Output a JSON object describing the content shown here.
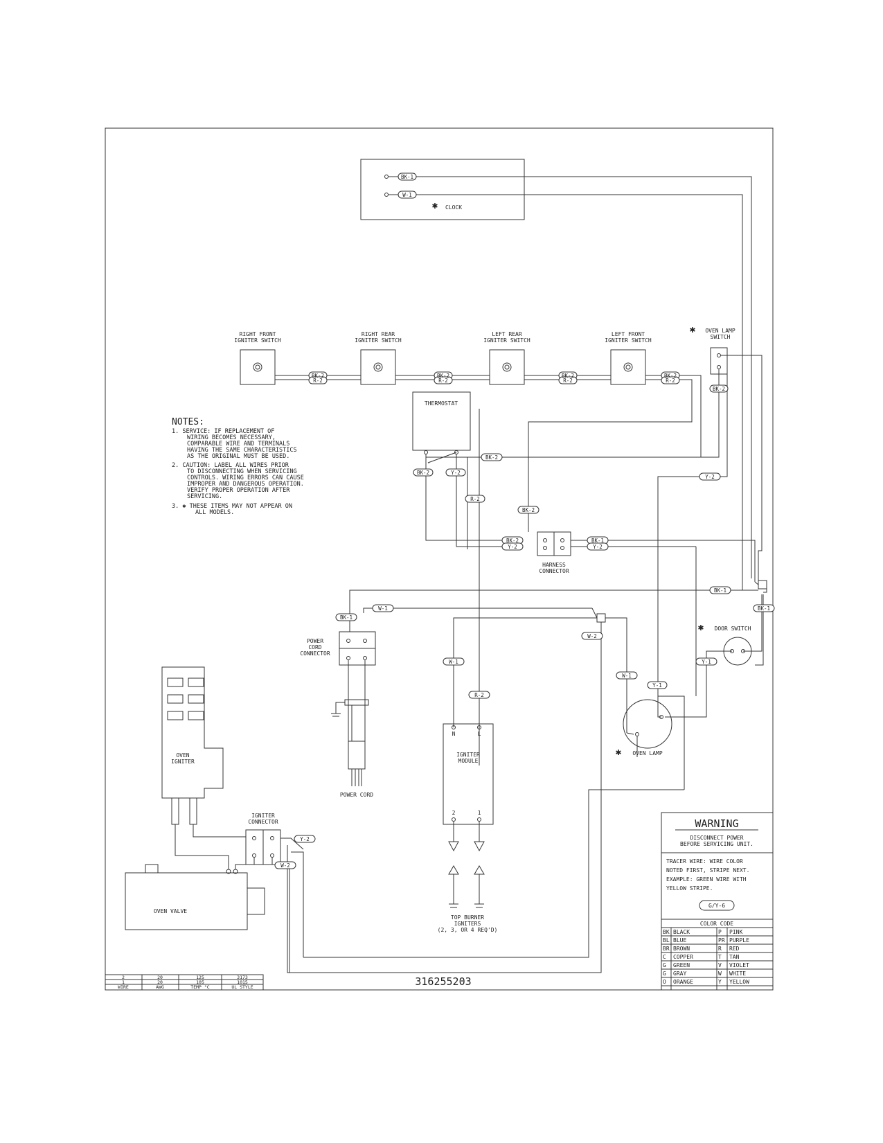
{
  "part_number": "316255203",
  "components": {
    "clock": "CLOCK",
    "rf_switch": [
      "RIGHT FRONT",
      "IGNITER SWITCH"
    ],
    "rr_switch": [
      "RIGHT REAR",
      "IGNITER SWITCH"
    ],
    "lr_switch": [
      "LEFT REAR",
      "IGNITER SWITCH"
    ],
    "lf_switch": [
      "LEFT FRONT",
      "IGNITER SWITCH"
    ],
    "oven_lamp_switch": [
      "OVEN LAMP",
      "SWITCH"
    ],
    "thermostat": "THERMOSTAT",
    "harness_connector": [
      "HARNESS",
      "CONNECTOR"
    ],
    "power_cord_connector": [
      "POWER",
      "CORD",
      "CONNECTOR"
    ],
    "power_cord": "POWER CORD",
    "door_switch": "DOOR SWITCH",
    "oven_lamp": "OVEN LAMP",
    "igniter_module": [
      "IGNITER",
      "MODULE"
    ],
    "module_terms": [
      "N",
      "L",
      "2",
      "1"
    ],
    "oven_igniter": [
      "OVEN",
      "IGNITER"
    ],
    "igniter_connector": [
      "IGNITER",
      "CONNECTOR"
    ],
    "oven_valve": "OVEN VALVE",
    "top_burner": [
      "TOP BURNER",
      "IGNITERS",
      "(2, 3, OR 4 REQ'D)"
    ]
  },
  "wire_labels": {
    "bk1": "BK-1",
    "w1": "W-1",
    "bk2": "BK-2",
    "r2": "R-2",
    "y2": "Y-2",
    "w2": "W-2",
    "y1": "Y-1",
    "gy6": "G/Y-6"
  },
  "notes": {
    "title": "NOTES:",
    "n1": [
      "1.  SERVICE:  IF REPLACEMENT OF",
      "WIRING BECOMES NECESSARY,",
      "COMPARABLE WIRE AND TERMINALS",
      "HAVING THE SAME CHARACTERISTICS",
      "AS THE ORIGINAL MUST BE USED."
    ],
    "n2": [
      "2.  CAUTION:  LABEL ALL WIRES PRIOR",
      "TO DISCONNECTING WHEN SERVICING",
      "CONTROLS.  WIRING ERRORS CAN CAUSE",
      "IMPROPER AND DANGEROUS OPERATION.",
      "VERIFY PROPER OPERATION AFTER",
      "SERVICING."
    ],
    "n3": [
      "3.  ✱ THESE ITEMS MAY NOT APPEAR ON",
      "ALL MODELS."
    ]
  },
  "warning": {
    "title": "WARNING",
    "line1": "DISCONNECT POWER",
    "line2": "BEFORE SERVICING UNIT.",
    "tracer": [
      "TRACER WIRE:      WIRE COLOR",
      "NOTED FIRST, STRIPE NEXT.",
      "EXAMPLE:  GREEN WIRE WITH",
      "YELLOW STRIPE."
    ],
    "color_code_title": "COLOR CODE",
    "colors": [
      [
        "BK",
        "BLACK",
        "P",
        "PINK"
      ],
      [
        "BL",
        "BLUE",
        "PR",
        "PURPLE"
      ],
      [
        "BR",
        "BROWN",
        "R",
        "RED"
      ],
      [
        "C",
        "COPPER",
        "T",
        "TAN"
      ],
      [
        "G",
        "GREEN",
        "V",
        "VIOLET"
      ],
      [
        "G",
        "GRAY",
        "W",
        "WHITE"
      ],
      [
        "O",
        "ORANGE",
        "Y",
        "YELLOW"
      ]
    ]
  },
  "wire_table": {
    "rows": [
      [
        "2",
        "20",
        "125",
        "3173"
      ],
      [
        "1",
        "20",
        "105",
        "1015"
      ]
    ],
    "header": [
      "WIRE",
      "AWG",
      "TEMP °C",
      "UL STYLE"
    ]
  }
}
